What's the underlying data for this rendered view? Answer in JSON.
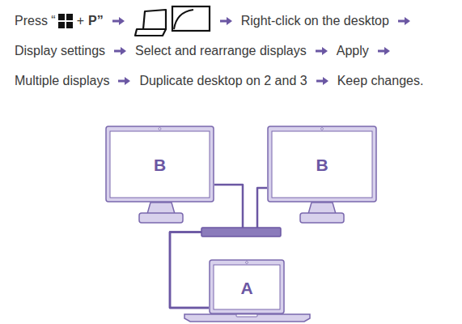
{
  "diagram": {
    "nodes": [
      {
        "text": [
          "B"
        ]
      },
      {
        "text": [
          "B"
        ]
      },
      {
        "text": [
          "A"
        ]
      }
    ],
    "edges": [
      {
        "from": 2,
        "to": 0,
        "arrow": "none"
      },
      {
        "from": 2,
        "to": 1,
        "arrow": "none"
      }
    ],
    "labels": [
      "Press “",
      "+",
      "P”",
      "Right-click on the desktop",
      "Display settings",
      "Select and rearrange displays",
      "Apply",
      "Multiple displays",
      "Duplicate desktop on 2 and 3",
      "Keep changes."
    ]
  }
}
